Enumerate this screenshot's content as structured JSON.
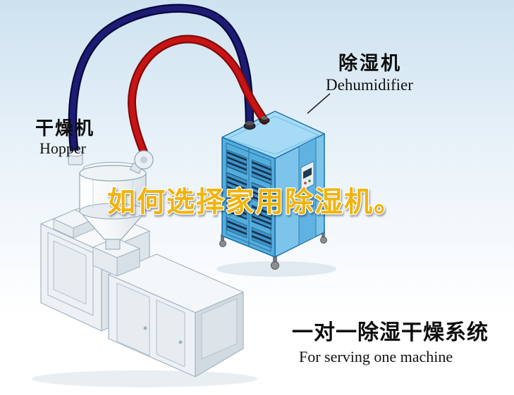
{
  "scene": {
    "headline": "如何选择家用除湿机。",
    "hopper": {
      "label_cn": "干燥机",
      "label_en": "Hopper"
    },
    "dehumidifier": {
      "label_cn": "除湿机",
      "label_en": "Dehumidifier"
    },
    "caption": {
      "line_cn": "一对一除湿干燥系统",
      "line_en": "For serving one machine"
    }
  },
  "colors": {
    "background_top": "#cfe3f1",
    "pipe_red": "#c81414",
    "pipe_navy": "#1c1c74",
    "dehumidifier_blue": "#53aede",
    "dehumidifier_blue_light": "#7cc4ec",
    "dehumidifier_top": "#a6daf5",
    "headline_gold": "#f0b408"
  }
}
